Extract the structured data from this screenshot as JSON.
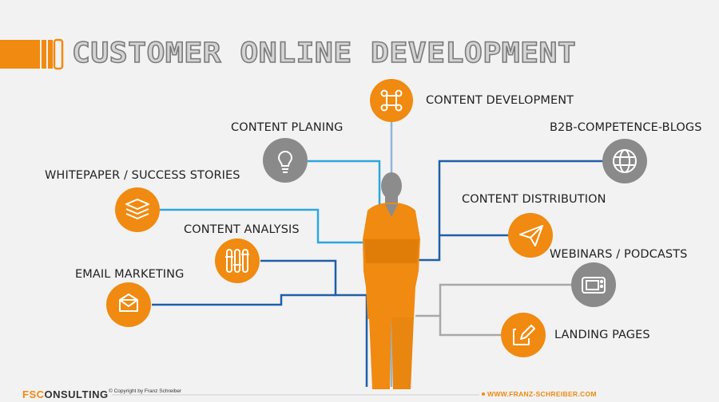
{
  "title": "CUSTOMER ONLINE DEVELOPMENT",
  "colors": {
    "orange": "#f08a10",
    "dark_blue": "#1f5fa8",
    "light_blue": "#2ea6dd",
    "gray_line": "#a8a8a8",
    "gray_circle": "#8a8a8a",
    "figure_gray": "#8c8c8c"
  },
  "nodes": {
    "content_development": {
      "label": "CONTENT DEVELOPMENT",
      "icon": "command-icon"
    },
    "content_planing": {
      "label": "CONTENT PLANING",
      "icon": "lightbulb-icon"
    },
    "whitepaper": {
      "label": "WHITEPAPER / SUCCESS STORIES",
      "icon": "layers-icon"
    },
    "content_analysis": {
      "label": "CONTENT ANALYSIS",
      "icon": "sliders-icon"
    },
    "email_marketing": {
      "label": "EMAIL MARKETING",
      "icon": "envelope-icon"
    },
    "b2b_blogs": {
      "label": "B2B-COMPETENCE-BLOGS",
      "icon": "globe-icon"
    },
    "content_distribution": {
      "label": "CONTENT DISTRIBUTION",
      "icon": "paper-plane-icon"
    },
    "webinars": {
      "label": "WEBINARS / PODCASTS",
      "icon": "tv-icon"
    },
    "landing_pages": {
      "label": "LANDING PAGES",
      "icon": "edit-icon"
    }
  },
  "footer": {
    "logo_a": "FSC",
    "logo_b": "ONSULTING",
    "copyright": "© Copyright by Franz Schreiber",
    "website": "WWW.FRANZ-SCHREIBER.COM"
  }
}
